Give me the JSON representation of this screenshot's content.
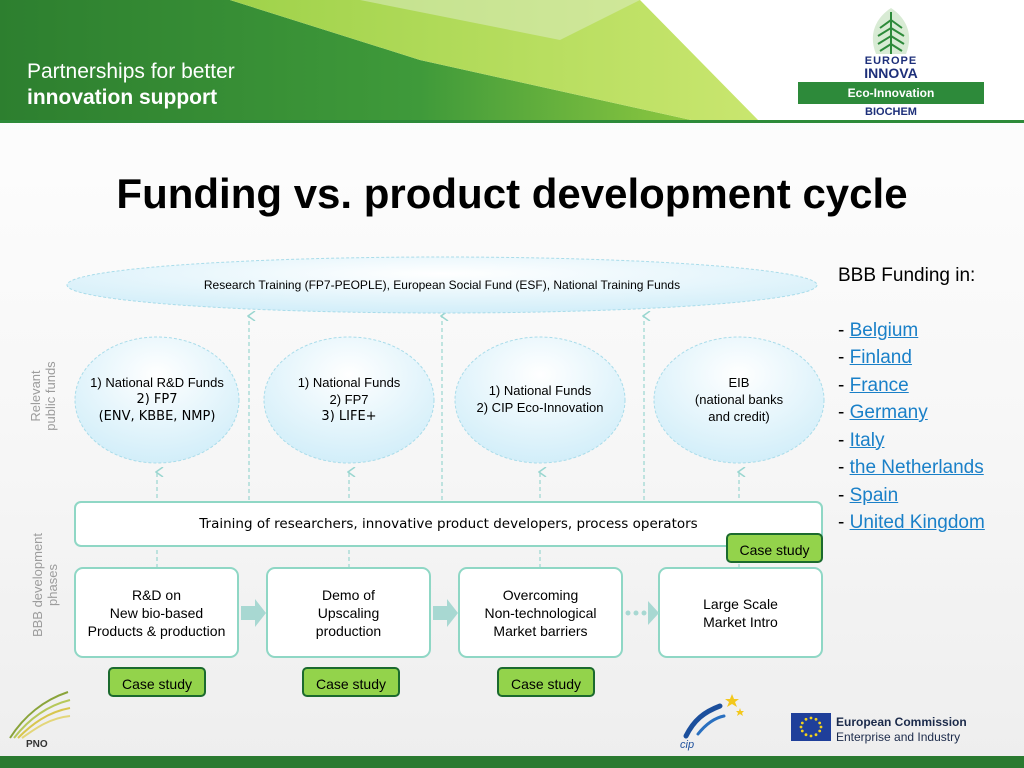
{
  "header": {
    "tagline_line1": "Partnerships for better",
    "tagline_line2": "innovation support",
    "logo_line1": "EUROPE",
    "logo_line2": "INNOVA",
    "logo_bar": "Eco-Innovation",
    "logo_sub": "BIOCHEM",
    "colors": {
      "green_dark": "#2d7f2f",
      "green_light": "#8cc83c",
      "header_rule": "#2e8b3a"
    }
  },
  "title": "Funding vs. product development cycle",
  "diagram": {
    "top_oval": "Research Training (FP7-PEOPLE), European Social Fund (ESF), National Training Funds",
    "side_label_funds": [
      "Relevant",
      "public funds"
    ],
    "side_label_phases": [
      "BBB development",
      "phases"
    ],
    "funds": [
      {
        "lines": [
          "1) National R&D Funds",
          "2) FP7",
          "(ENV, KBBE, NMP)"
        ]
      },
      {
        "lines": [
          "1)   National Funds",
          "2)   FP7",
          "3)   LIFE+"
        ]
      },
      {
        "lines": [
          "1)   National Funds",
          "2)   CIP Eco-Innovation"
        ]
      },
      {
        "lines": [
          "EIB",
          "(national banks",
          "and credit)"
        ]
      }
    ],
    "training_bar": "Training of researchers, innovative product developers, process operators",
    "phases": [
      {
        "lines": [
          "R&D on",
          "New bio-based",
          "Products & production"
        ]
      },
      {
        "lines": [
          "Demo of",
          "Upscaling",
          "production"
        ]
      },
      {
        "lines": [
          "Overcoming",
          "Non-technological",
          "Market barriers"
        ]
      },
      {
        "lines": [
          "Large Scale",
          "Market Intro"
        ]
      }
    ],
    "case_study_label": "Case study",
    "colors": {
      "oval_fill": "#ddf3fc",
      "case_fill": "#93d34b",
      "case_border": "#1b6a2e",
      "box_border": "#8fd7c5",
      "arrow": "#9ad6d0"
    }
  },
  "bbb": {
    "heading": "BBB Funding in:",
    "countries": [
      "Belgium",
      "Finland",
      "France",
      "Germany",
      "Italy",
      "the Netherlands",
      "Spain",
      "United Kingdom"
    ],
    "link_color": "#1a80c8"
  },
  "footer": {
    "pno_label": "PNO",
    "ec_line1": "European Commission",
    "ec_line2": "Enterprise and Industry",
    "bar_color": "#2a7a30"
  }
}
